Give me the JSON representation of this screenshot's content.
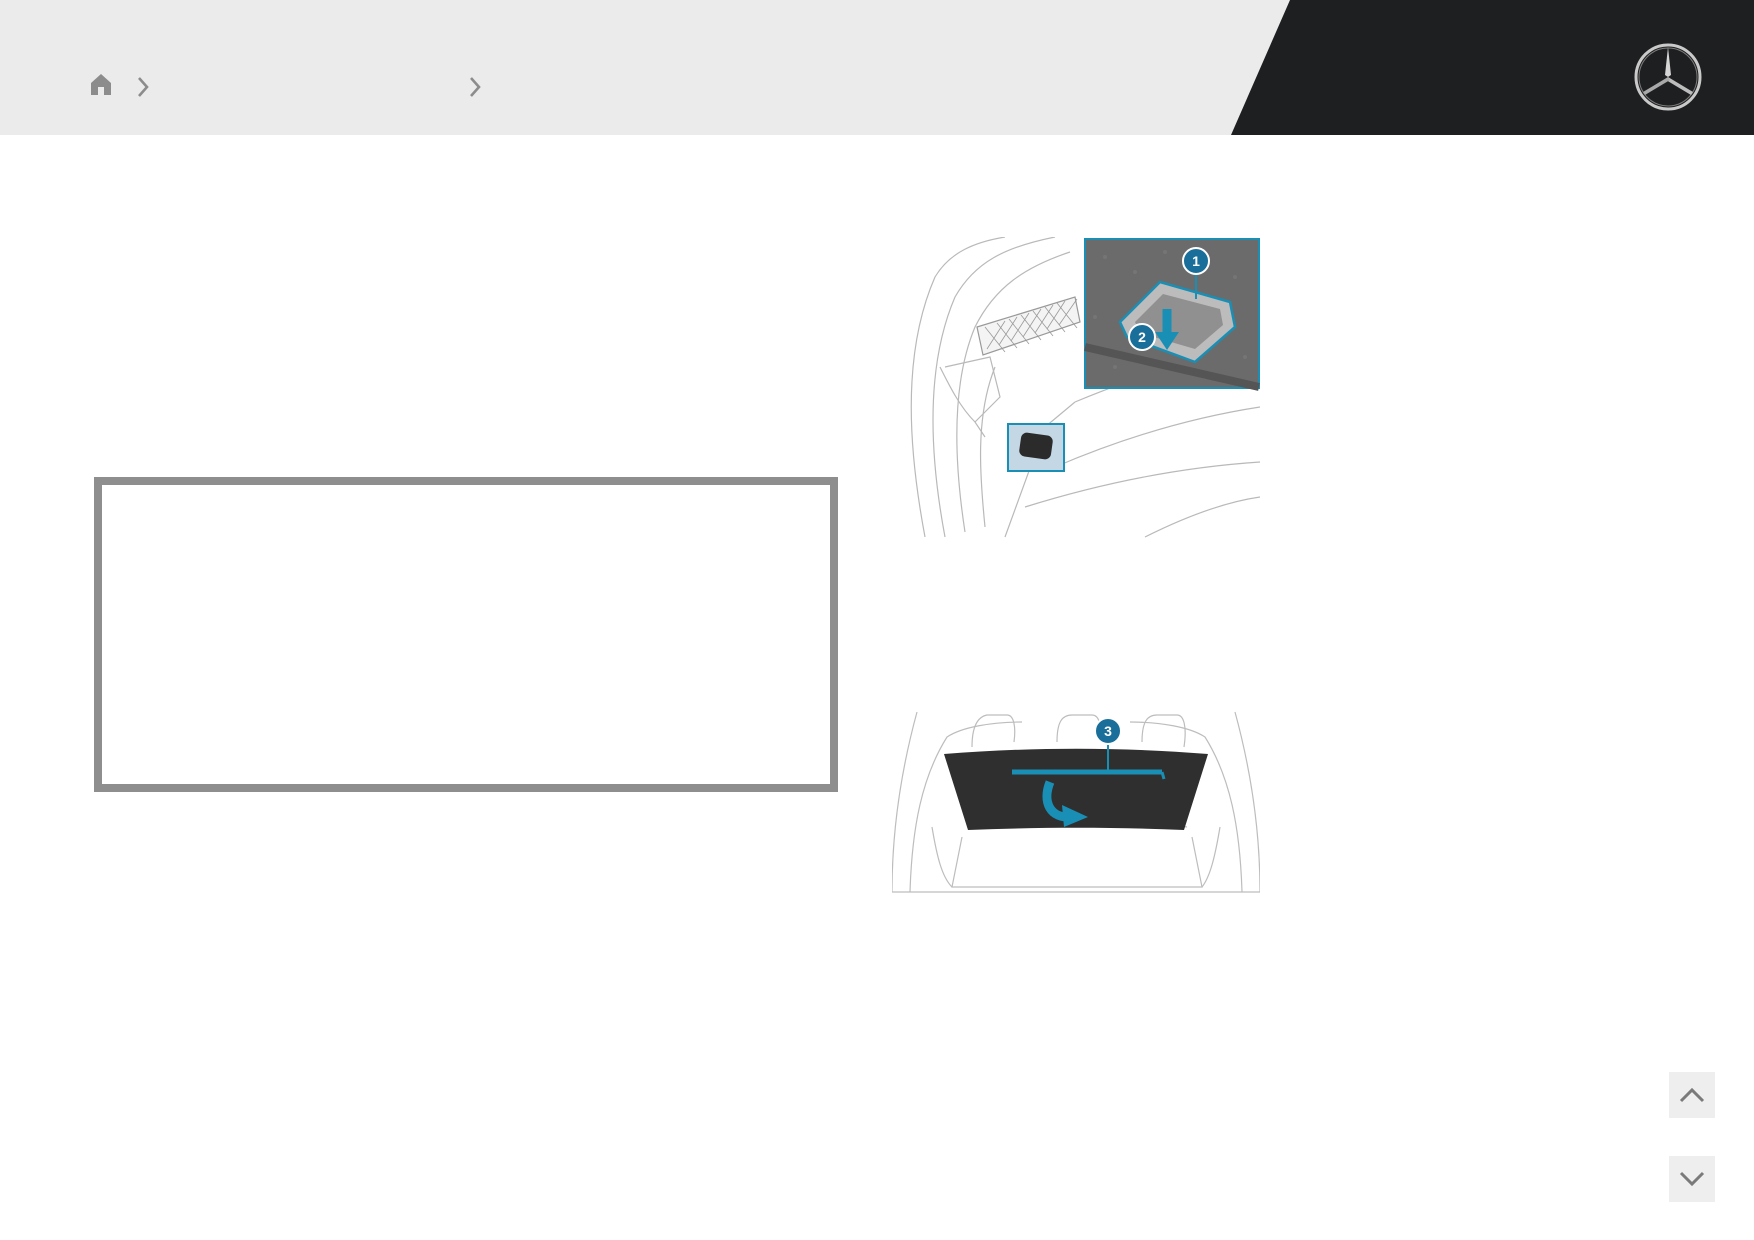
{
  "header": {
    "breadcrumb": [
      {
        "icon": "home-icon"
      },
      {
        "icon": "chevron-right-icon"
      },
      {
        "icon": "chevron-right-icon"
      }
    ],
    "logo": "mercedes-star-icon",
    "colors": {
      "bar": "#ebebeb",
      "dark": "#1e1f21",
      "accent": "#1a8fb5"
    }
  },
  "illustrations": {
    "top": {
      "callouts": [
        "1",
        "2"
      ]
    },
    "bottom": {
      "callouts": [
        "3"
      ]
    }
  },
  "navigation": {
    "up_icon": "chevron-up-icon",
    "down_icon": "chevron-down-icon"
  }
}
